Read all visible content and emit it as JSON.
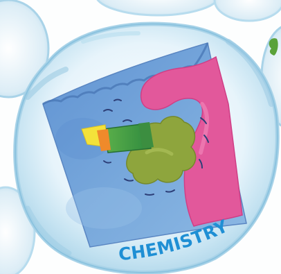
{
  "illustration": {
    "caption": "CHEMISTRY",
    "colors": {
      "background": "#fdfefe",
      "bubble": "#a9d3e8",
      "bubble_outline": "#7fbcdb",
      "panel_blue": "#6f9fd6",
      "flask_pink": "#e2589b",
      "cloud_green": "#8ea53d",
      "tube_green": "#3f9b47",
      "flame_yellow": "#f4e23a",
      "flame_orange": "#ef8a2b",
      "caption_blue": "#1f8fd4",
      "leaf_green": "#5aa23a"
    },
    "icons": [
      "bubble-frame",
      "chemistry-card",
      "pink-flask",
      "green-vapor-cloud",
      "green-test-tube",
      "burner-flame",
      "leaf"
    ]
  }
}
